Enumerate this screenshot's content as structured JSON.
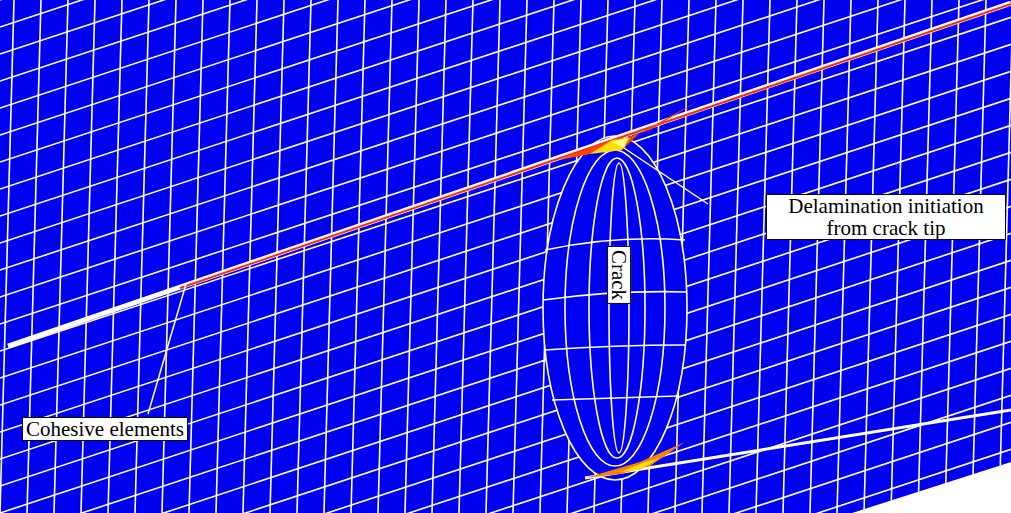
{
  "diagram": {
    "labels": [
      "Cohesive elements",
      "Crack",
      "Delamination initiation from crack tip"
    ]
  }
}
